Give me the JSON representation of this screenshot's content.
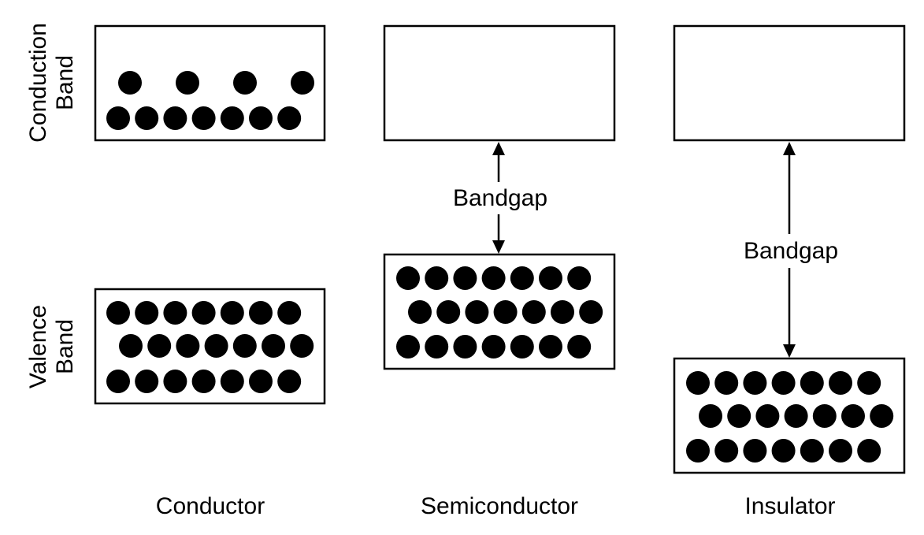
{
  "labels": {
    "conduction_band": [
      "Conduction",
      "Band"
    ],
    "valence_band": [
      "Valence",
      "Band"
    ]
  },
  "materials": [
    {
      "name": "Conductor",
      "conduction_band_electron_rows": [
        4,
        7
      ],
      "valence_band_electron_rows": [
        7,
        7,
        7
      ],
      "bandgap_label": ""
    },
    {
      "name": "Semiconductor",
      "conduction_band_electron_rows": [],
      "valence_band_electron_rows": [
        7,
        7,
        7
      ],
      "bandgap_label": "Bandgap"
    },
    {
      "name": "Insulator",
      "conduction_band_electron_rows": [],
      "valence_band_electron_rows": [
        7,
        7,
        7
      ],
      "bandgap_label": "Bandgap"
    }
  ],
  "colors": {
    "stroke": "#000000",
    "electron": "#000000",
    "background": "#ffffff"
  }
}
